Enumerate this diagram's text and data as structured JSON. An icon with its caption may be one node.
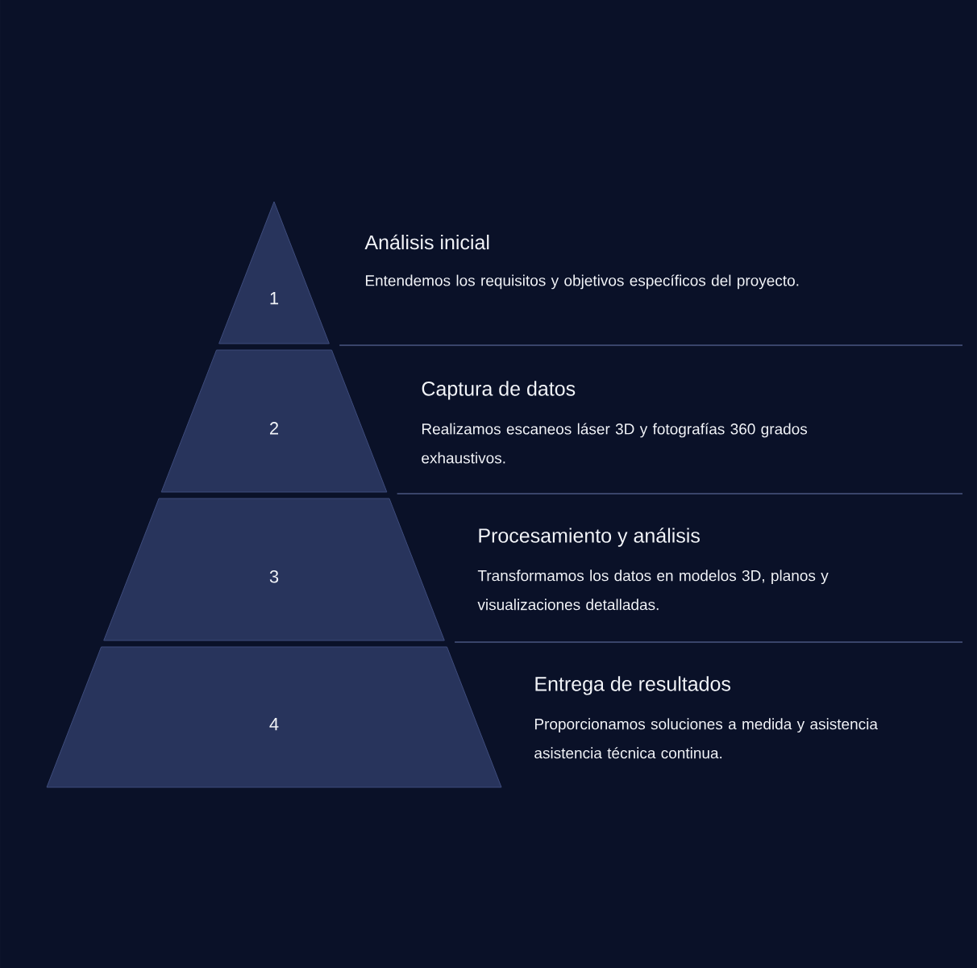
{
  "diagram": {
    "nodes": [
      {
        "text": [
          "1"
        ],
        "beside": [
          "Análisis inicial",
          "Entendemos los requisitos y objetivos específicos del proyecto."
        ]
      },
      {
        "text": [
          "2"
        ],
        "beside": [
          "Captura de datos",
          "Realizamos escaneos láser 3D y fotografías 360 grados exhaustivos."
        ]
      },
      {
        "text": [
          "3"
        ],
        "beside": [
          "Procesamiento y análisis",
          "Transformamos los datos en modelos 3D, planos y visualizaciones detalladas."
        ]
      },
      {
        "text": [
          "4"
        ],
        "beside": [
          "Entrega de resultados",
          "Proporcionamos soluciones a medida y asistencia asistencia técnica continua."
        ]
      }
    ]
  }
}
